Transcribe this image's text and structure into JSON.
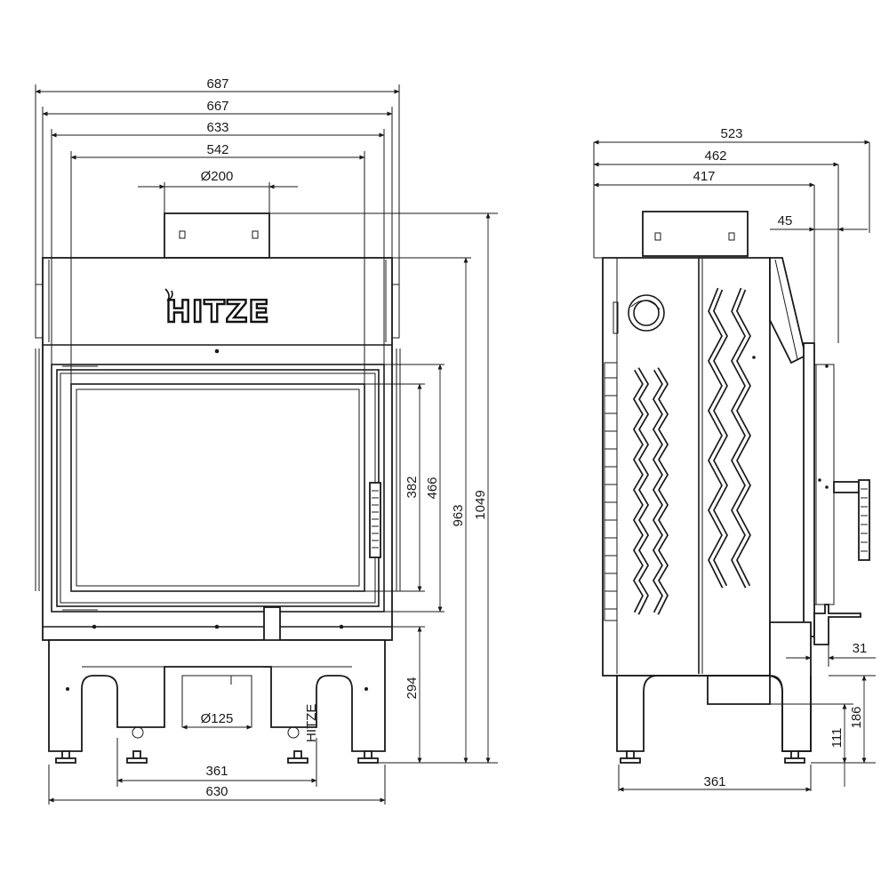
{
  "brand": {
    "logo_text": "HITZE"
  },
  "front_view": {
    "widths": [
      "687",
      "667",
      "633",
      "542"
    ],
    "flue_top": "Ø200",
    "heights": [
      "382",
      "466",
      "963",
      "1049"
    ],
    "base_height": "294",
    "bottom_widths": [
      "361",
      "630"
    ],
    "air_inlet": "Ø125"
  },
  "side_view": {
    "depths": [
      "523",
      "462",
      "417"
    ],
    "door_offset": "45",
    "door_gap": "31",
    "heights": [
      "186",
      "111"
    ],
    "leg_span": "361"
  },
  "colors": {
    "line": "#1a1a1a",
    "background": "#ffffff"
  }
}
